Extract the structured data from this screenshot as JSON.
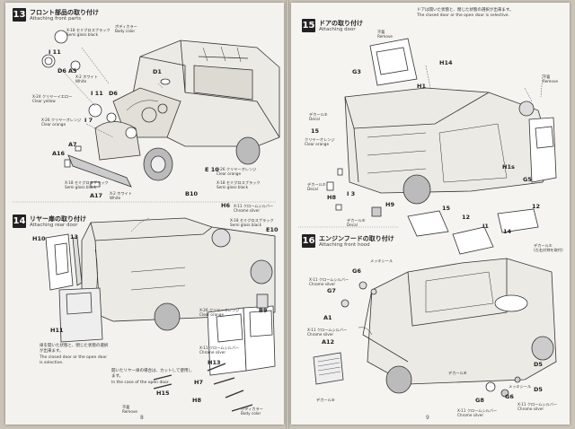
{
  "left_page": {
    "page_number": "8",
    "step13": {
      "number": "13",
      "title_jp": "フロント部品の取り付け",
      "title_en": "Attaching front parts",
      "labels": {
        "body_color": "ボディカラー\nBody color",
        "semi_gloss_black_top": "X-18 セミグロスブラック\nSemi gloss black",
        "x18": "X-18",
        "x2_white": "X-2 ホワイト\nWhite",
        "x26_clear_orange": "X-26 クリヤーオレンジ\nClear orange",
        "x27_clear_yellow": "X-24 クリヤーイエロー\nClear yellow",
        "x26_clear_orange2": "X-26 クリヤーオレンジ\nClear orange",
        "x18_semi_gloss": "X-18 セミグロスブラック\nSemi gloss black",
        "x2_white2": "X-2 ホワイト\nWhite",
        "x26_e10": "X-26 クリヤーオレンジ\nClear orange",
        "x18_e10": "X-18 セミグロスブラック\nSemi gloss black"
      },
      "parts": [
        "I 11",
        "D6",
        "A5",
        "I 11",
        "D6",
        "D1",
        "I 7",
        "A7",
        "A16",
        "A17",
        "E 10",
        "B10"
      ]
    },
    "step14": {
      "number": "14",
      "title_jp": "リヤー扉の取り付け",
      "title_en": "Attaching rear door",
      "labels": {
        "h6_chrome": "X-11 クロームシルバー\nChrome silver",
        "x18_semi": "X-18 セミグロスブラック\nSemi gloss black",
        "x26_clear": "X-26 クリヤーオレンジ\nClear orange",
        "e10": "E10",
        "b9": "B9",
        "x11_chrome": "X-11 クロームシルバー\nChrome silver",
        "body_color": "ボディカラー\nBody color",
        "remove": "不要\nRemove"
      },
      "parts": [
        "H6",
        "H10",
        "13",
        "H11",
        "H13",
        "H7",
        "H8",
        "H15"
      ],
      "note1": "扉を開いた状態と、閉じた状態の選択が出来ます。\nThe closed door or the open door is selective.",
      "note2": "開いたリヤー扉の場合は、カットして使用します。\nIn the case of the open door."
    }
  },
  "right_page": {
    "page_number": "9",
    "step15": {
      "number": "15",
      "title_jp": "ドアの取り付け",
      "title_en": "Attaching door",
      "note": "ドアは開いた状態と、閉じた状態の選択が出来ます。\nThe closed door or the open door is selective.",
      "labels": {
        "remove": "不要\nRemove",
        "remove2": "不要\nRemove",
        "clear_orange": "クリヤーオレンジ\nClear orange",
        "decal_chrome": "デカール⑤\nDecal",
        "decal_chrome2": "デカール②\nDecal",
        "decal_chrome3": "デカール⑥\nDecal",
        "decal_chrome4": "デカール⑤\nDecal"
      },
      "parts": [
        "G3",
        "H14",
        "H1",
        "15",
        "I 3",
        "H8",
        "H9",
        "G5",
        "H1s",
        "15",
        "12",
        "I1",
        "14",
        "12"
      ]
    },
    "step16": {
      "number": "16",
      "title_jp": "エンジンフードの取り付け",
      "title_en": "Attaching front hood",
      "labels": {
        "decal_right": "デカール②\n(左右対称を取付)",
        "x11_chrome": "X-11 クロームシルバー\nChrome silver",
        "x11_chrome2": "X-11 クロームシルバー\nChrome silver",
        "x11_chrome3": "X-11 クロームシルバー\nChrome silver",
        "x11_chrome4": "X-11 クロームシルバー\nChrome silver",
        "decal_x": "デカール⑨",
        "decal_y": "デカール⑧",
        "mekki": "メッキシール",
        "mekki2": "メッキシール"
      },
      "parts": [
        "G6",
        "G7",
        "A1",
        "A12",
        "D5",
        "G8",
        "G6",
        "D5"
      ]
    }
  }
}
